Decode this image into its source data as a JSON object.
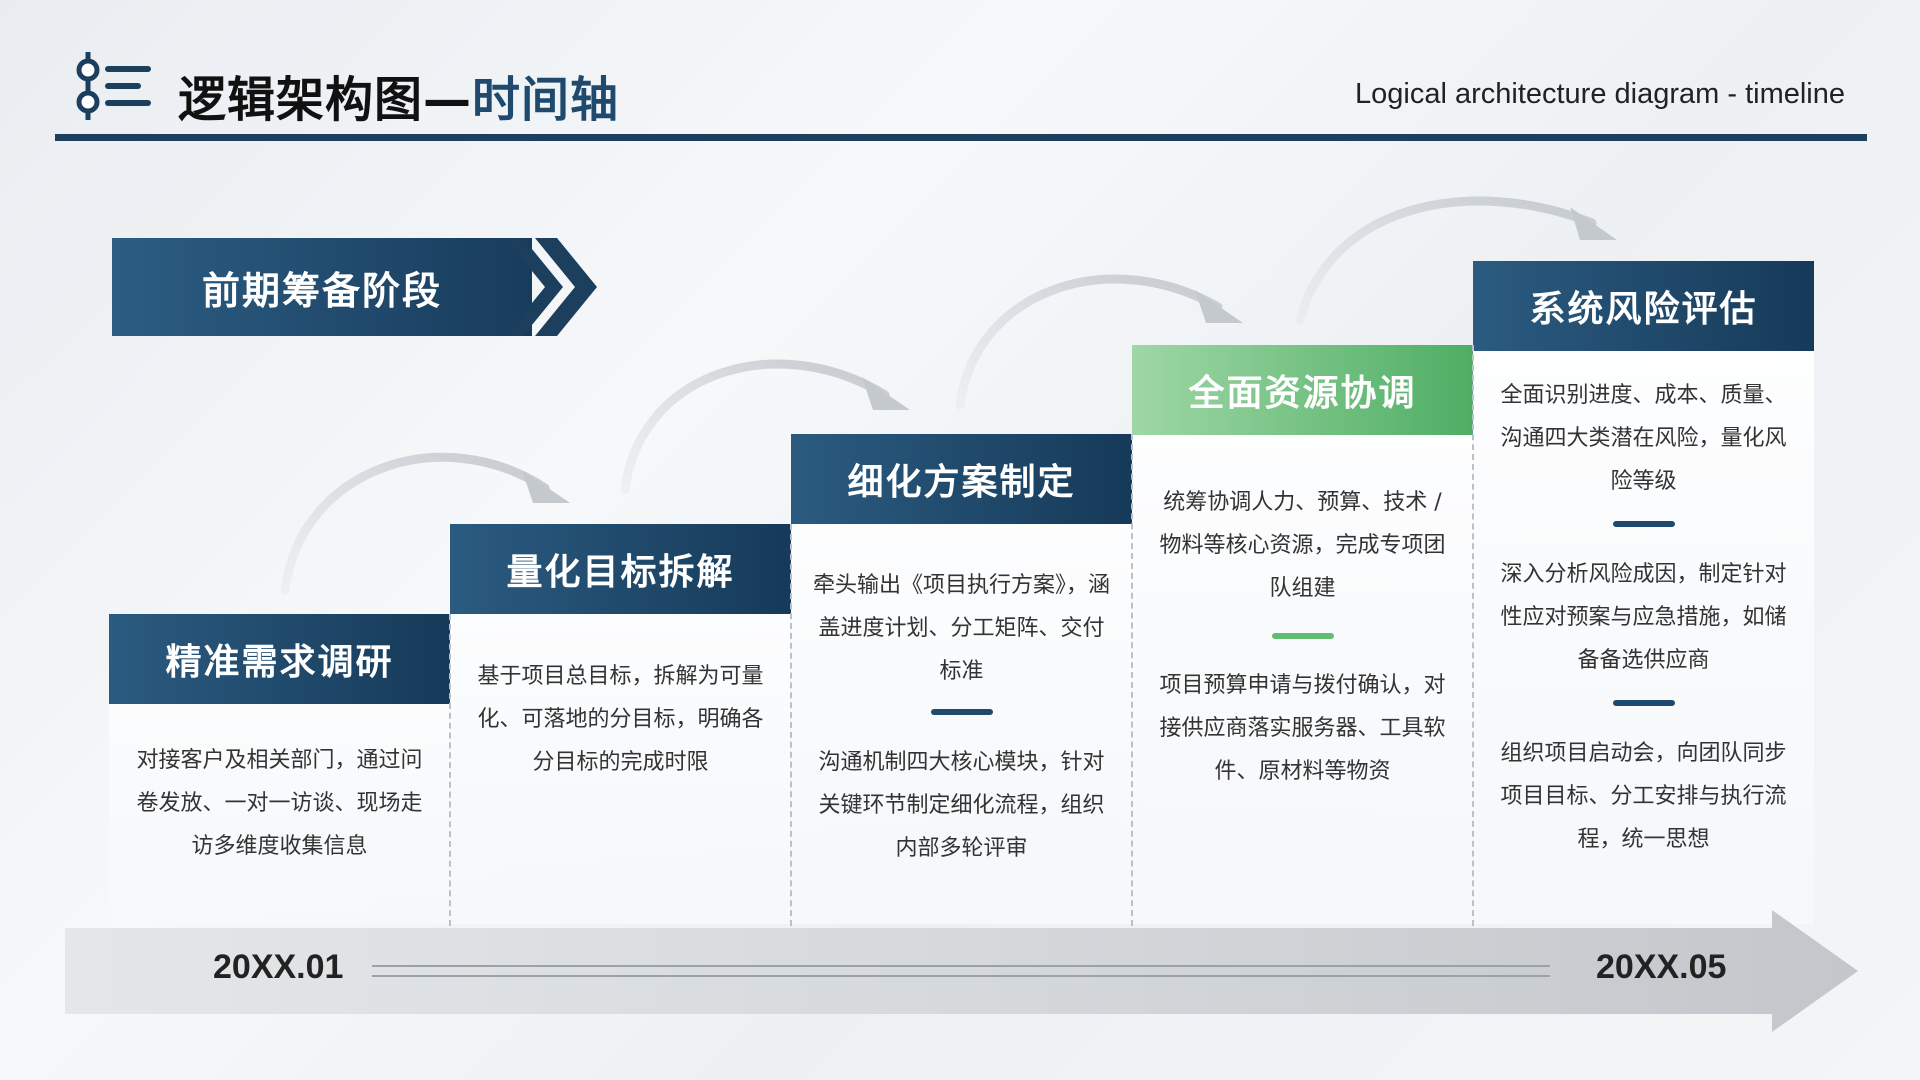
{
  "header": {
    "title_main": "逻辑架构图—",
    "title_accent": "时间轴",
    "subtitle": "Logical architecture diagram - timeline",
    "logo_icon": "timeline-list-icon"
  },
  "banner": {
    "label": "前期筹备阶段"
  },
  "columns": [
    {
      "title": "精准需求调研",
      "paragraphs": [
        "对接客户及相关部门，通过问卷发放、一对一访谈、现场走访多维度收集信息"
      ]
    },
    {
      "title": "量化目标拆解",
      "paragraphs": [
        "基于项目总目标，拆解为可量化、可落地的分目标，明确各分目标的完成时限"
      ]
    },
    {
      "title": "细化方案制定",
      "paragraphs": [
        "牵头输出《项目执行方案》，涵盖进度计划、分工矩阵、交付标准",
        "沟通机制四大核心模块，针对关键环节制定细化流程，组织内部多轮评审"
      ]
    },
    {
      "title": "全面资源协调",
      "paragraphs": [
        "统筹协调人力、预算、技术 / 物料等核心资源，完成专项团队组建",
        "项目预算申请与拨付确认，对接供应商落实服务器、工具软件、原材料等物资"
      ]
    },
    {
      "title": "系统风险评估",
      "paragraphs": [
        "全面识别进度、成本、质量、沟通四大类潜在风险，量化风险等级",
        "深入分析风险成因，制定针对性应对预案与应急措施，如储备备选供应商",
        "组织项目启动会，向团队同步项目目标、分工安排与执行流程，统一思想"
      ]
    }
  ],
  "timeline": {
    "start": "20XX.01",
    "end": "20XX.05"
  },
  "colors": {
    "navy": "#1d3f5e",
    "green": "#5cb86e",
    "arrow_gray": "#c9cdd1"
  }
}
